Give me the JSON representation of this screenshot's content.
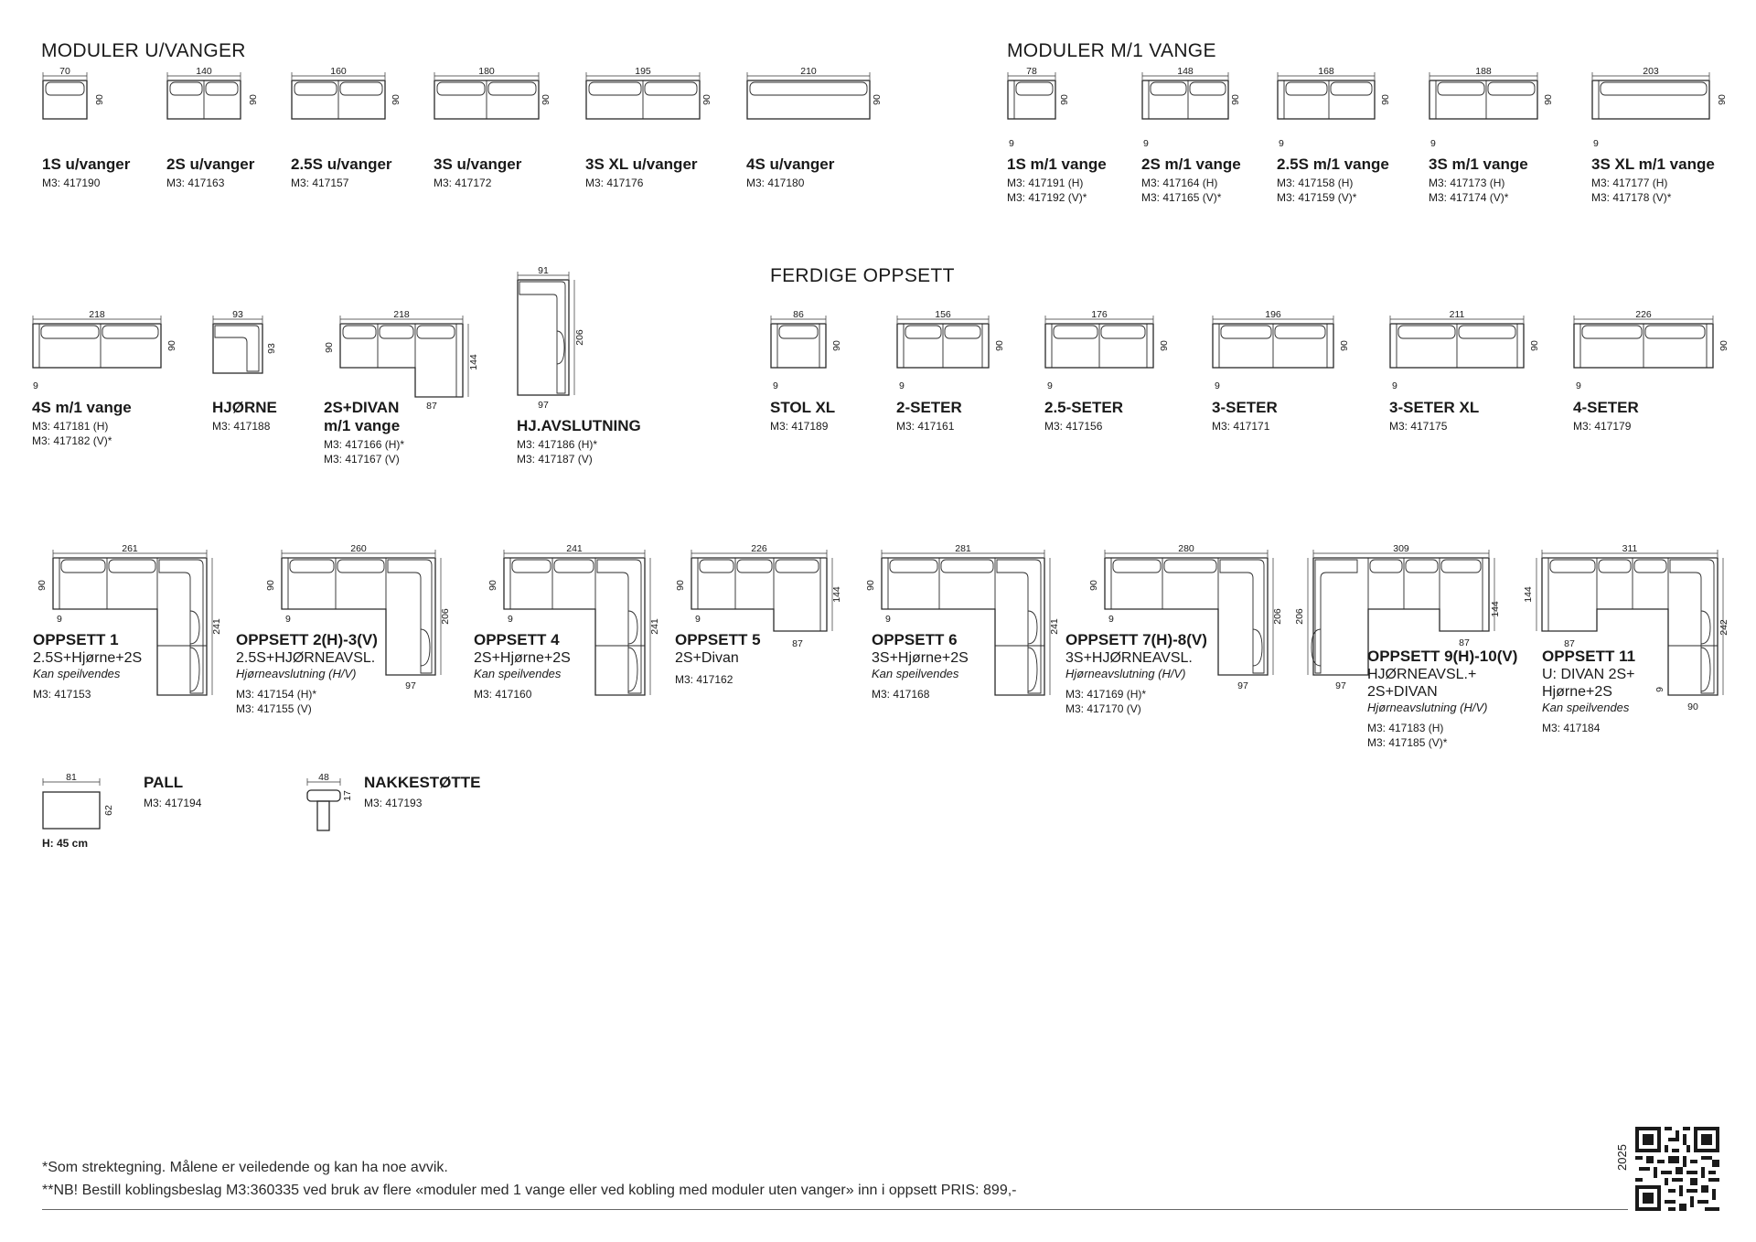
{
  "headers": {
    "mod_u": "MODULER U/VANGER",
    "mod_m": "MODULER M/1 VANGE",
    "ferdige": "FERDIGE OPPSETT"
  },
  "row1": [
    {
      "name": "1S u/vanger",
      "code": "M3: 417190",
      "w": "70",
      "h": "90"
    },
    {
      "name": "2S u/vanger",
      "code": "M3: 417163",
      "w": "140",
      "h": "90"
    },
    {
      "name": "2.5S u/vanger",
      "code": "M3: 417157",
      "w": "160",
      "h": "90"
    },
    {
      "name": "3S u/vanger",
      "code": "M3: 417172",
      "w": "180",
      "h": "90"
    },
    {
      "name": "3S XL u/vanger",
      "code": "M3: 417176",
      "w": "195",
      "h": "90"
    },
    {
      "name": "4S u/vanger",
      "code": "M3: 417180",
      "w": "210",
      "h": "90"
    }
  ],
  "row1b": [
    {
      "name": "1S m/1 vange",
      "code1": "M3: 417191 (H)",
      "code2": "M3: 417192 (V)*",
      "w": "78",
      "h": "90",
      "s": "9"
    },
    {
      "name": "2S m/1 vange",
      "code1": "M3: 417164 (H)",
      "code2": "M3: 417165 (V)*",
      "w": "148",
      "h": "90",
      "s": "9"
    },
    {
      "name": "2.5S m/1 vange",
      "code1": "M3: 417158 (H)",
      "code2": "M3: 417159 (V)*",
      "w": "168",
      "h": "90",
      "s": "9"
    },
    {
      "name": "3S m/1 vange",
      "code1": "M3: 417173 (H)",
      "code2": "M3: 417174 (V)*",
      "w": "188",
      "h": "90",
      "s": "9"
    },
    {
      "name": "3S XL m/1 vange",
      "code1": "M3: 417177 (H)",
      "code2": "M3: 417178 (V)*",
      "w": "203",
      "h": "90",
      "s": "9"
    }
  ],
  "row2": {
    "m4": {
      "name": "4S m/1 vange",
      "code1": "M3: 417181 (H)",
      "code2": "M3: 417182 (V)*",
      "w": "218",
      "h": "90",
      "s": "9"
    },
    "hjorne": {
      "name": "HJØRNE",
      "code": "M3: 417188",
      "w": "93",
      "h": "93"
    },
    "divan": {
      "name1": "2S+DIVAN",
      "name2": "m/1 vange",
      "code1": "M3: 417166 (H)*",
      "code2": "M3: 417167 (V)",
      "w": "218",
      "h": "90",
      "d": "144",
      "dw": "87"
    },
    "hjavs": {
      "name": "HJ.AVSLUTNING",
      "code1": "M3: 417186 (H)*",
      "code2": "M3: 417187 (V)",
      "w": "91",
      "h": "206",
      "b": "97"
    }
  },
  "ferdige": [
    {
      "name": "STOL XL",
      "code": "M3: 417189",
      "w": "86",
      "h": "90",
      "s": "9"
    },
    {
      "name": "2-SETER",
      "code": "M3: 417161",
      "w": "156",
      "h": "90",
      "s": "9"
    },
    {
      "name": "2.5-SETER",
      "code": "M3: 417156",
      "w": "176",
      "h": "90",
      "s": "9"
    },
    {
      "name": "3-SETER",
      "code": "M3: 417171",
      "w": "196",
      "h": "90",
      "s": "9"
    },
    {
      "name": "3-SETER XL",
      "code": "M3: 417175",
      "w": "211",
      "h": "90",
      "s": "9"
    },
    {
      "name": "4-SETER",
      "code": "M3: 417179",
      "w": "226",
      "h": "90",
      "s": "9"
    }
  ],
  "oppsett": [
    {
      "name": "OPPSETT 1",
      "sub": "2.5S+Hjørne+2S",
      "it": "Kan speilvendes",
      "code1": "M3: 417153",
      "code2": "",
      "w": "261",
      "h": "90",
      "r": "241",
      "s": "9",
      "b": ""
    },
    {
      "name": "OPPSETT 2(H)-3(V)",
      "sub": "2.5S+HJØRNEAVSL.",
      "it": "Hjørneavslutning (H/V)",
      "code1": "M3: 417154 (H)*",
      "code2": "M3: 417155 (V)",
      "w": "260",
      "h": "90",
      "r": "206",
      "s": "9",
      "b": "97"
    },
    {
      "name": "OPPSETT 4",
      "sub": "2S+Hjørne+2S",
      "it": "Kan speilvendes",
      "code1": "M3: 417160",
      "code2": "",
      "w": "241",
      "h": "90",
      "r": "241",
      "s": "9",
      "b": ""
    },
    {
      "name": "OPPSETT 5",
      "sub": "2S+Divan",
      "it": "",
      "code1": "M3: 417162",
      "code2": "",
      "w": "226",
      "h": "90",
      "r": "144",
      "s": "9",
      "b": "87"
    },
    {
      "name": "OPPSETT 6",
      "sub": "3S+Hjørne+2S",
      "it": "Kan speilvendes",
      "code1": "M3: 417168",
      "code2": "",
      "w": "281",
      "h": "90",
      "r": "241",
      "s": "9",
      "b": ""
    },
    {
      "name": "OPPSETT 7(H)-8(V)",
      "sub": "3S+HJØRNEAVSL.",
      "it": "Hjørneavslutning (H/V)",
      "code1": "M3: 417169 (H)*",
      "code2": "M3: 417170 (V)",
      "w": "280",
      "h": "90",
      "r": "206",
      "s": "9",
      "b": "97"
    },
    {
      "name": "OPPSETT 9(H)-10(V)",
      "sub": "HJØRNEAVSL.+",
      "sub2": "2S+DIVAN",
      "it": "Hjørneavslutning (H/V)",
      "code1": "M3: 417183 (H)",
      "code2": "M3: 417185 (V)*",
      "w": "309",
      "l": "206",
      "r": "144",
      "b": "97",
      "b2": "87"
    },
    {
      "name": "OPPSETT 11",
      "sub": "U: DIVAN 2S+",
      "sub2": "Hjørne+2S",
      "it": "Kan speilvendes",
      "code1": "M3: 417184",
      "code2": "",
      "w": "311",
      "l": "144",
      "r": "242",
      "b": "87",
      "b2": "90",
      "s": "9"
    }
  ],
  "pall": {
    "name": "PALL",
    "code": "M3: 417194",
    "w": "81",
    "h": "62",
    "height": "H: 45 cm"
  },
  "nakke": {
    "name": "NAKKESTØTTE",
    "code": "M3: 417193",
    "w": "48",
    "h": "17"
  },
  "footer": {
    "line1": "*Som strektegning. Målene er veiledende og kan ha noe avvik.",
    "line2": "**NB! Bestill koblingsbeslag M3:360335 ved bruk av flere «moduler med 1 vange eller ved kobling med moduler uten vanger» inn i oppsett PRIS: 899,-",
    "year": "2025"
  }
}
